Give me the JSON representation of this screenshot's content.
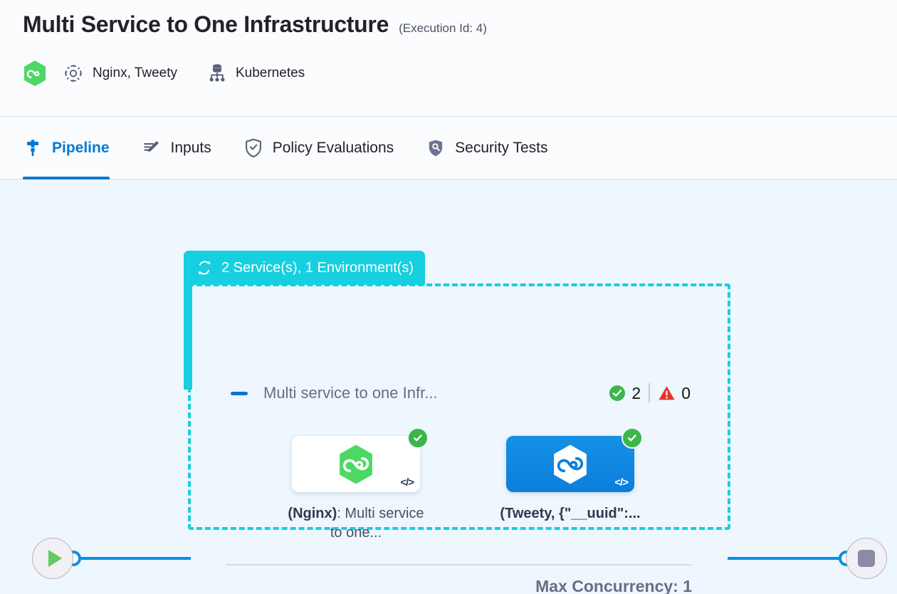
{
  "header": {
    "title": "Multi Service to One Infrastructure",
    "execution_id_label": "(Execution Id: 4)",
    "product_icon": "harness-hexagon-icon",
    "services_icon": "gear-icon",
    "services_label": "Nginx, Tweety",
    "infrastructure_icon": "kubernetes-icon",
    "infrastructure_label": "Kubernetes"
  },
  "tabs": [
    {
      "label": "Pipeline",
      "icon": "pipeline-icon",
      "active": true
    },
    {
      "label": "Inputs",
      "icon": "pencil-lines-icon",
      "active": false
    },
    {
      "label": "Policy Evaluations",
      "icon": "shield-check-icon",
      "active": false
    },
    {
      "label": "Security Tests",
      "icon": "shield-search-icon",
      "active": false
    }
  ],
  "canvas": {
    "start_node": {
      "name": "start-node",
      "icon": "play-icon"
    },
    "end_node": {
      "name": "end-node",
      "icon": "stop-icon"
    },
    "group": {
      "header_label": "2 Service(s), 1 Environment(s)",
      "header_icon": "loop-repeat-icon",
      "header_color": "#16CFDF",
      "stage": {
        "collapse_icon": "minus-icon",
        "title": "Multi service to one Infr...",
        "success_icon": "check-circle-icon",
        "success_count": "2",
        "success_color": "#3CB54A",
        "warning_icon": "warning-triangle-icon",
        "warning_count": "0",
        "warning_color": "#E5332B"
      },
      "services": [
        {
          "card_style": "white",
          "logo_icon": "harness-hexagon-icon",
          "status_icon": "check-circle-icon",
          "code_icon": "code-brackets-icon",
          "label_bold": "(Nginx)",
          "label_rest": ": Multi service to one..."
        },
        {
          "card_style": "blue",
          "logo_icon": "harness-hexagon-icon",
          "status_icon": "check-circle-icon",
          "code_icon": "code-brackets-icon",
          "label_bold": "(Tweety, {\"__uuid\":...",
          "label_rest": ""
        }
      ],
      "max_concurrency": "Max Concurrency: 1"
    }
  }
}
